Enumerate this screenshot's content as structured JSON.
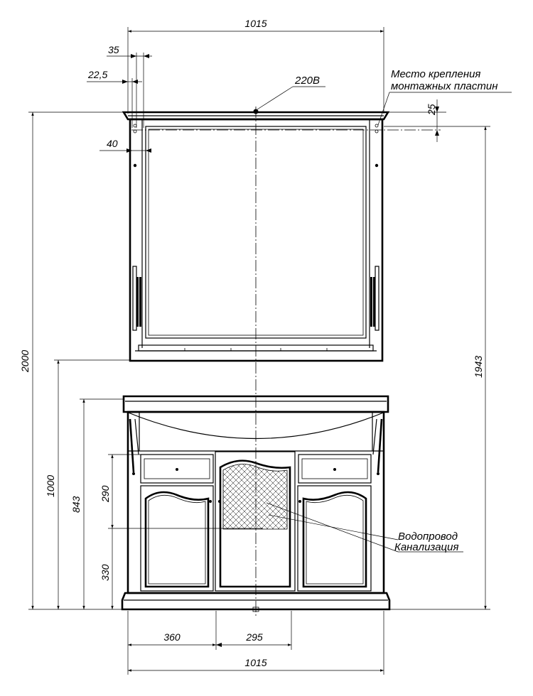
{
  "dimensions": {
    "top_width": "1015",
    "offset_35": "35",
    "offset_22_5": "22,5",
    "offset_40": "40",
    "offset_25": "25",
    "total_height": "2000",
    "mirror_top_height": "1943",
    "vanity_height": "1000",
    "body_height": "843",
    "pipe_upper": "290",
    "pipe_lower": "330",
    "bottom_left": "360",
    "bottom_mid": "295",
    "bottom_width": "1015"
  },
  "labels": {
    "power": "220В",
    "mount_line1": "Место крепления",
    "mount_line2": "монтажных пластин",
    "water": "Водопровод",
    "sewer": "Канализация"
  }
}
